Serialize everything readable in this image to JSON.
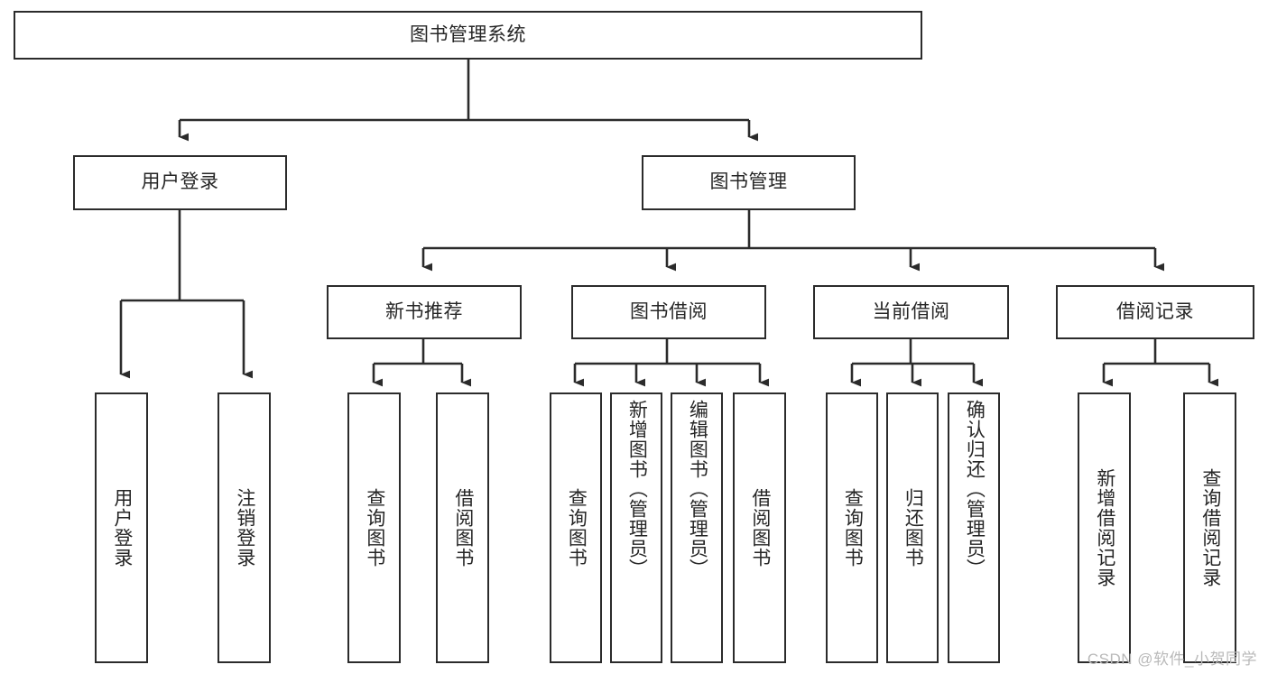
{
  "diagram": {
    "type": "tree-hierarchy-diagram",
    "title": "图书管理系统",
    "background_color": "#ffffff",
    "box_border_color": "#2b2b2b",
    "text_color": "#262626",
    "edge_color": "#2b2b2b",
    "levels": [
      {
        "level": 1,
        "nodes": [
          {
            "id": "root",
            "label": "图书管理系统",
            "orientation": "horizontal"
          }
        ]
      },
      {
        "level": 2,
        "nodes": [
          {
            "id": "user-login",
            "label": "用户登录",
            "orientation": "horizontal",
            "parent": "root"
          },
          {
            "id": "book-manage",
            "label": "图书管理",
            "orientation": "horizontal",
            "parent": "root"
          }
        ]
      },
      {
        "level": 3,
        "nodes": [
          {
            "id": "new-book-recommend",
            "label": "新书推荐",
            "orientation": "horizontal",
            "parent": "book-manage"
          },
          {
            "id": "book-borrow",
            "label": "图书借阅",
            "orientation": "horizontal",
            "parent": "book-manage"
          },
          {
            "id": "current-borrow",
            "label": "当前借阅",
            "orientation": "horizontal",
            "parent": "book-manage"
          },
          {
            "id": "borrow-record",
            "label": "借阅记录",
            "orientation": "horizontal",
            "parent": "book-manage"
          }
        ]
      },
      {
        "level": 4,
        "nodes": [
          {
            "id": "leaf-user-login",
            "label": "用户登录",
            "orientation": "vertical",
            "parent": "user-login"
          },
          {
            "id": "leaf-logout",
            "label": "注销登录",
            "orientation": "vertical",
            "parent": "user-login"
          },
          {
            "id": "leaf-query-book-1",
            "label": "查询图书",
            "orientation": "vertical",
            "parent": "new-book-recommend"
          },
          {
            "id": "leaf-borrow-book-1",
            "label": "借阅图书",
            "orientation": "vertical",
            "parent": "new-book-recommend"
          },
          {
            "id": "leaf-query-book-2",
            "label": "查询图书",
            "orientation": "vertical",
            "parent": "book-borrow"
          },
          {
            "id": "leaf-add-book",
            "label": "新增图书（管理员）",
            "orientation": "vertical",
            "parent": "book-borrow"
          },
          {
            "id": "leaf-edit-book",
            "label": "编辑图书（管理员）",
            "orientation": "vertical",
            "parent": "book-borrow"
          },
          {
            "id": "leaf-borrow-book-2",
            "label": "借阅图书",
            "orientation": "vertical",
            "parent": "book-borrow"
          },
          {
            "id": "leaf-query-book-3",
            "label": "查询图书",
            "orientation": "vertical",
            "parent": "current-borrow"
          },
          {
            "id": "leaf-return-book",
            "label": "归还图书",
            "orientation": "vertical",
            "parent": "current-borrow"
          },
          {
            "id": "leaf-confirm-return",
            "label": "确认归还（管理员）",
            "orientation": "vertical",
            "parent": "current-borrow"
          },
          {
            "id": "leaf-add-record",
            "label": "新增借阅记录",
            "orientation": "vertical",
            "parent": "borrow-record"
          },
          {
            "id": "leaf-query-record",
            "label": "查询借阅记录",
            "orientation": "vertical",
            "parent": "borrow-record"
          }
        ]
      }
    ]
  },
  "watermark": {
    "text": "CSDN @软件_小贺同学"
  }
}
